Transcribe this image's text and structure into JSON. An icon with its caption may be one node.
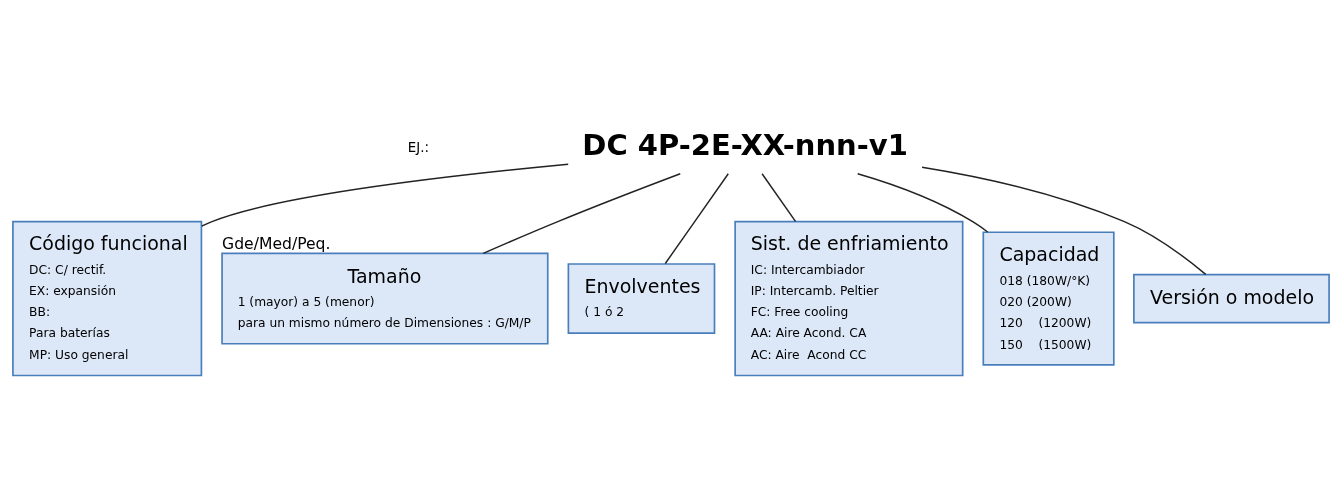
{
  "diagram": {
    "nodes": [
      {
        "text": [
          "DC 4P-2E-XX-nnn-v1"
        ]
      },
      {
        "text": [
          "Código funcional",
          "DC: C/ rectif.",
          "EX: expansión",
          "BB:",
          "Para baterías",
          "MP: Uso general"
        ]
      },
      {
        "text": [
          "Tamaño",
          "1 (mayor) a 5 (menor)",
          "para un mismo número de Dimensiones : G/M/P"
        ],
        "beside": [
          "Gde/Med/Peq."
        ]
      },
      {
        "text": [
          "Envolventes",
          "( 1 ó 2"
        ]
      },
      {
        "text": [
          "Sist. de enfriamiento",
          "IC: Intercambiador",
          "IP: Intercamb. Peltier",
          "FC: Free cooling",
          "AA: Aire Acond. CA",
          "AC: Aire  Acond CC"
        ]
      },
      {
        "text": [
          "Capacidad",
          "018 (180W/°K)",
          "020 (200W)",
          "120    (1200W)",
          "150    (1500W)"
        ]
      },
      {
        "text": [
          "Versión o modelo"
        ]
      }
    ],
    "edges": [
      {
        "from": 0,
        "to": 1,
        "arrow": "none"
      },
      {
        "from": 0,
        "to": 2,
        "arrow": "none"
      },
      {
        "from": 0,
        "to": 3,
        "arrow": "none"
      },
      {
        "from": 0,
        "to": 4,
        "arrow": "none"
      },
      {
        "from": 0,
        "to": 5,
        "arrow": "none"
      },
      {
        "from": 0,
        "to": 6,
        "arrow": "none"
      }
    ],
    "labels": [
      "EJ.:"
    ]
  }
}
